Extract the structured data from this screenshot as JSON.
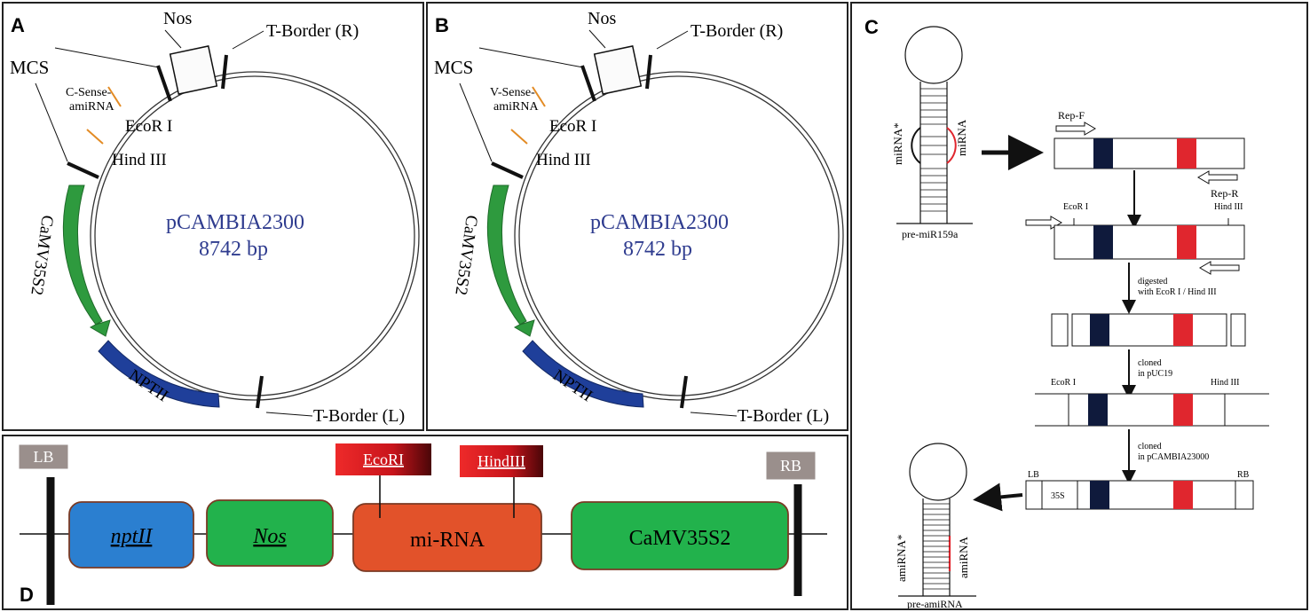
{
  "panel_a": {
    "letter": "A",
    "plasmid_name": "pCAMBIA2300",
    "plasmid_size": "8742 bp",
    "labels": {
      "nos": "Nos",
      "t_border_r": "T-Border (R)",
      "mcs": "MCS",
      "sense_line1": "C-Sense-",
      "sense_line2": "amiRNA",
      "ecor": "EcoR I",
      "hind": "Hind III",
      "camv": "CaMV35S2",
      "nptii": "NPTII",
      "t_border_l": "T-Border (L)"
    }
  },
  "panel_b": {
    "letter": "B",
    "plasmid_name": "pCAMBIA2300",
    "plasmid_size": "8742 bp",
    "labels": {
      "nos": "Nos",
      "t_border_r": "T-Border (R)",
      "mcs": "MCS",
      "sense_line1": "V-Sense-",
      "sense_line2": "amiRNA",
      "ecor": "EcoR I",
      "hind": "Hind III",
      "camv": "CaMV35S2",
      "nptii": "NPTII",
      "t_border_l": "T-Border (L)"
    }
  },
  "panel_c": {
    "letter": "C",
    "mirna_star": "miRNA*",
    "mirna": "miRNA",
    "pre_mir": "pre-miR159a",
    "rep_f": "Rep-F",
    "rep_r": "Rep-R",
    "ecor": "EcoR I",
    "hind": "Hind III",
    "ecor2": "EcoR I",
    "hind2": "Hind III",
    "digested_1": "digested",
    "digested_2": "with EcoR I / Hind III",
    "cloned_1": "cloned",
    "cloned_2": "in pUC19",
    "cloned_3": "cloned",
    "cloned_4": "in pCAMBIA23000",
    "lb": "LB",
    "s35": "35S",
    "rb": "RB",
    "amirna_star": "amiRNA*",
    "amirna": "amiRNA",
    "pre_amirna": "pre-amiRNA",
    "colors": {
      "navy": "#0f1a3c",
      "red": "#e0262e"
    }
  },
  "panel_d": {
    "letter": "D",
    "lb": "LB",
    "rb": "RB",
    "ecori": "EcoRI",
    "hindiii": "HindIII",
    "nptii": "nptII",
    "nos": "Nos",
    "mirna": "mi-RNA",
    "camv": "CaMV35S2",
    "colors": {
      "blue": "#2b7fd0",
      "green": "#22b24c",
      "orange": "#e2522a",
      "tag_red": "#c8141b",
      "gray": "#9a8f8c"
    }
  }
}
